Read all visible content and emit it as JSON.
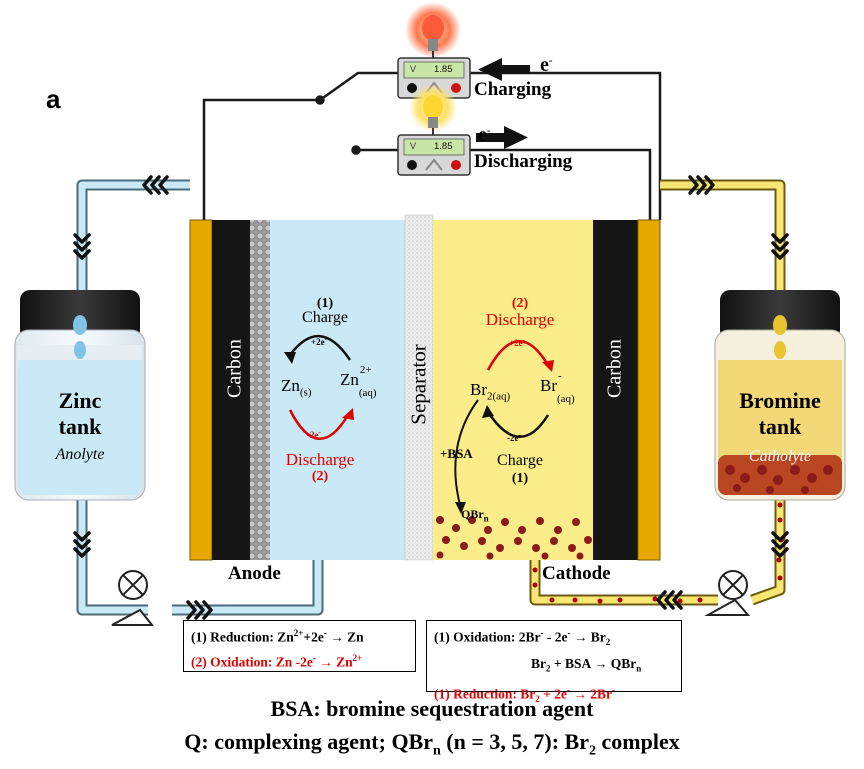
{
  "panel_label": "a",
  "meters": {
    "charging": {
      "reading": "1.85",
      "unit": "V",
      "label": "Charging",
      "electron": "e"
    },
    "discharging": {
      "reading": "1.85",
      "unit": "V",
      "label": "Discharging",
      "electron": "e"
    }
  },
  "cell": {
    "left_carbon": "Carbon",
    "right_carbon": "Carbon",
    "separator": "Separator",
    "anode": "Anode",
    "cathode": "Cathode"
  },
  "anode_reactions": {
    "charge_num": "(1)",
    "charge": "Charge",
    "charge_e": "+2e",
    "zn_solid": "Zn",
    "zn_solid_sub": "(s)",
    "zn_ion": "Zn",
    "zn_ion_sup": "2+",
    "zn_ion_sub": "(aq)",
    "discharge_e": "-2e",
    "discharge": "Discharge",
    "discharge_num": "(2)"
  },
  "cathode_reactions": {
    "discharge_num": "(2)",
    "discharge": "Discharge",
    "discharge_e": "+2e",
    "br2": "Br",
    "br2_sub": "2(aq)",
    "br_ion": "Br",
    "br_ion_sup": "-",
    "br_ion_sub": "(aq)",
    "charge_e": "-2e",
    "charge": "Charge",
    "charge_num": "(1)",
    "bsa": "+BSA",
    "qbr": "QBr",
    "qbr_sub": "n"
  },
  "tanks": {
    "zinc_title_1": "Zinc",
    "zinc_title_2": "tank",
    "zinc_sub": "Anolyte",
    "bromine_title_1": "Bromine",
    "bromine_title_2": "tank",
    "bromine_sub": "Catholyte"
  },
  "equations_left": {
    "line1_prefix": "(1) Reduction: Zn",
    "line1_sup": "2+",
    "line1_rest": "+2e",
    "line1_end": " → Zn",
    "line2_prefix": "(2) Oxidation: Zn -2e",
    "line2_end": " → Zn",
    "line2_sup": "2+"
  },
  "equations_right": {
    "line1_prefix": "(1) Oxidation: 2Br",
    "line1_mid": " - 2e",
    "line1_end": " → Br",
    "line1_sub": "2",
    "line2_a": "Br",
    "line2_sub": "2",
    "line2_b": " + BSA → QBr",
    "line2_sub2": "n",
    "line3_a": "(1) Reduction: Br",
    "line3_sub": "2",
    "line3_b": " + 2e",
    "line3_c": " → 2Br"
  },
  "caption": {
    "line1": "BSA: bromine sequestration agent",
    "line2_a": "Q: complexing agent; QBr",
    "line2_sub": "n",
    "line2_b": " (n = 3, 5, 7): Br",
    "line2_sub2": "2",
    "line2_c": " complex"
  },
  "colors": {
    "anolyte": "#c8e9f5",
    "catholyte": "#fbed8a",
    "electrode_gold": "#e8a800",
    "carbon": "#151515",
    "bromine_drops": "#8b1a1a",
    "red_text": "#e00000"
  }
}
